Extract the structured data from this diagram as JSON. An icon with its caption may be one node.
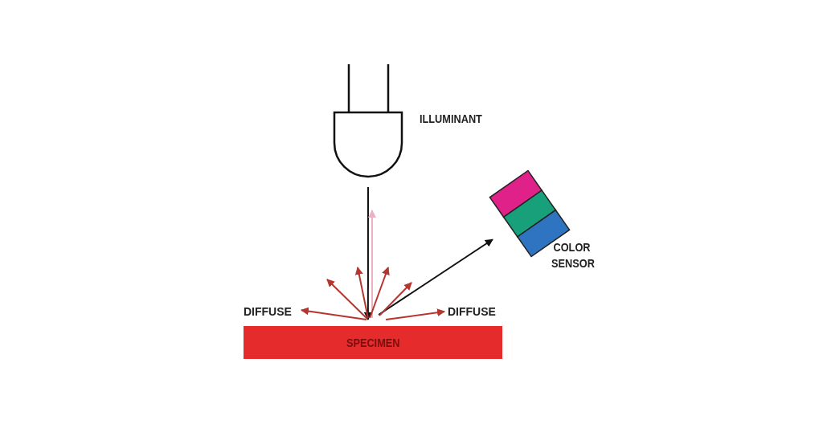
{
  "diagram": {
    "nodes": [
      {
        "text": [],
        "shape": "picture",
        "beside": [
          "ILLUMINANT"
        ]
      },
      {
        "text": [
          "SPECIMEN"
        ]
      },
      {
        "text": [],
        "shape": "picture",
        "beside": [
          "COLOR SENSOR"
        ]
      },
      {
        "text": [
          "DIFFUSE"
        ]
      },
      {
        "text": [
          "DIFFUSE"
        ]
      }
    ],
    "edges": [
      {
        "from": 0,
        "to": 1,
        "arrow": "to",
        "color": "#111111"
      },
      {
        "from": 1,
        "to": null,
        "arrow": "to",
        "color": "#e8b4c4"
      },
      {
        "from": 1,
        "to": 2,
        "arrow": "to",
        "color": "#111111"
      },
      {
        "from": 1,
        "to": 3,
        "arrow": "to"
      },
      {
        "from": 1,
        "to": null,
        "arrow": "to"
      },
      {
        "from": 1,
        "to": null,
        "arrow": "to"
      },
      {
        "from": 1,
        "to": null,
        "arrow": "to"
      },
      {
        "from": 1,
        "to": null,
        "arrow": "to"
      },
      {
        "from": 1,
        "to": 4,
        "arrow": "to"
      }
    ]
  }
}
